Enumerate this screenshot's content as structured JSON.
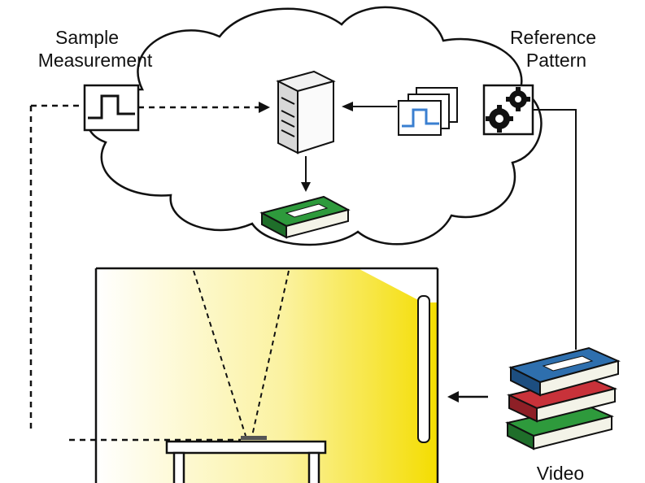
{
  "labels": {
    "sample_line1": "Sample",
    "sample_line2": "Measurement",
    "reference_line1": "Reference",
    "reference_line2": "Pattern",
    "video": "Video"
  },
  "colors": {
    "cassette_green": "#2e9a3c",
    "cassette_blue": "#2e6fae",
    "cassette_red": "#c8323a",
    "light_yellow": "#f4dd00",
    "signal_blue": "#3a7fd0"
  },
  "icons": [
    "cloud-icon",
    "server-icon",
    "signal-waveform-icon",
    "pattern-stack-icon",
    "gears-icon",
    "video-cassette-icon",
    "cassette-stack-icon",
    "arrow-icon",
    "table-icon",
    "light-bar-icon"
  ]
}
